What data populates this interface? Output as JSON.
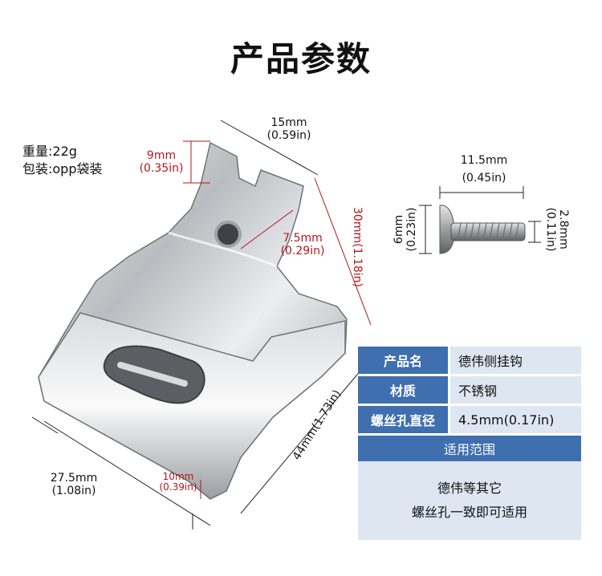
{
  "title": "产品参数",
  "specs": {
    "weight": "重量:22g",
    "package": "包装:opp袋装"
  },
  "dimensions": {
    "top_width": [
      "15mm",
      "(0.59in)"
    ],
    "notch": [
      "9mm",
      "(0.35in)"
    ],
    "hole": [
      "7.5mm",
      "(0.29in)"
    ],
    "height": "30mm(1.18in)",
    "length": "44mm(1.73in)",
    "bottom_width": [
      "27.5mm",
      "(1.08in)"
    ],
    "edge": [
      "10mm",
      "(0.39in)"
    ]
  },
  "screw": {
    "length": [
      "11.5mm",
      "(0.45in)"
    ],
    "head": [
      "6mm",
      "(0.23in)"
    ],
    "thread": [
      "2.8mm",
      "(0.11in)"
    ]
  },
  "table": {
    "rows": [
      {
        "key": "产品名",
        "value": "德伟侧挂钩"
      },
      {
        "key": "材质",
        "value": "不锈钢"
      },
      {
        "key": "螺丝孔直径",
        "value": "4.5mm(0.17in)"
      }
    ],
    "scope_title": "适用范围",
    "scope_lines": [
      "德伟等其它",
      "螺丝孔一致即可适用"
    ]
  },
  "colors": {
    "header_blue": "#3f6fae",
    "cell_light": "#dde6f1",
    "dimension_red": "#b4161b"
  }
}
